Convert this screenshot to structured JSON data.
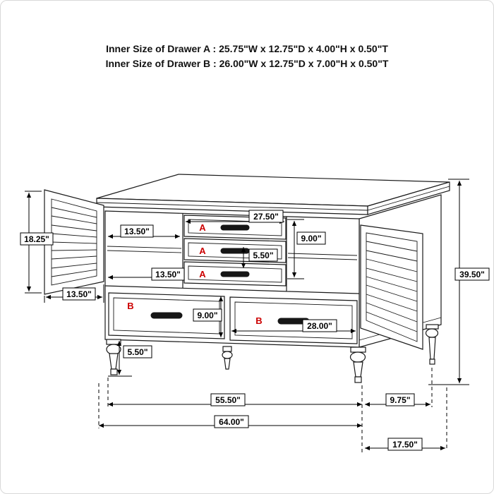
{
  "page": {
    "background": "#ffffff",
    "border_color": "#d8d8d8"
  },
  "header": {
    "drawer_a_spec": "Inner Size of Drawer A : 25.75\"W x 12.75\"D x 4.00\"H x 0.50\"T",
    "drawer_b_spec": "Inner Size of Drawer B : 26.00\"W x 12.75\"D x 7.00\"H x 0.50\"T"
  },
  "diagram": {
    "drawer_labels": {
      "a": "A",
      "b": "B"
    },
    "dimensions": {
      "upper_shelf_width": "13.50\"",
      "drawer_a_width": "27.50\"",
      "drawer_a_opening_height": "9.00\"",
      "drawer_a_front_height": "5.50\"",
      "lower_shelf_width": "13.50\"",
      "left_door_height": "18.25\"",
      "left_door_width": "13.50\"",
      "drawer_b_height": "9.00\"",
      "drawer_b_width": "28.00\"",
      "leg_height": "5.50\"",
      "overall_height": "39.50\"",
      "front_width": "55.50\"",
      "side_offset": "9.75\"",
      "overall_width": "64.00\"",
      "overall_depth": "17.50\""
    },
    "colors": {
      "line": "#1a1a1a",
      "dimension": "#000000",
      "label_red": "#cc0000"
    }
  }
}
